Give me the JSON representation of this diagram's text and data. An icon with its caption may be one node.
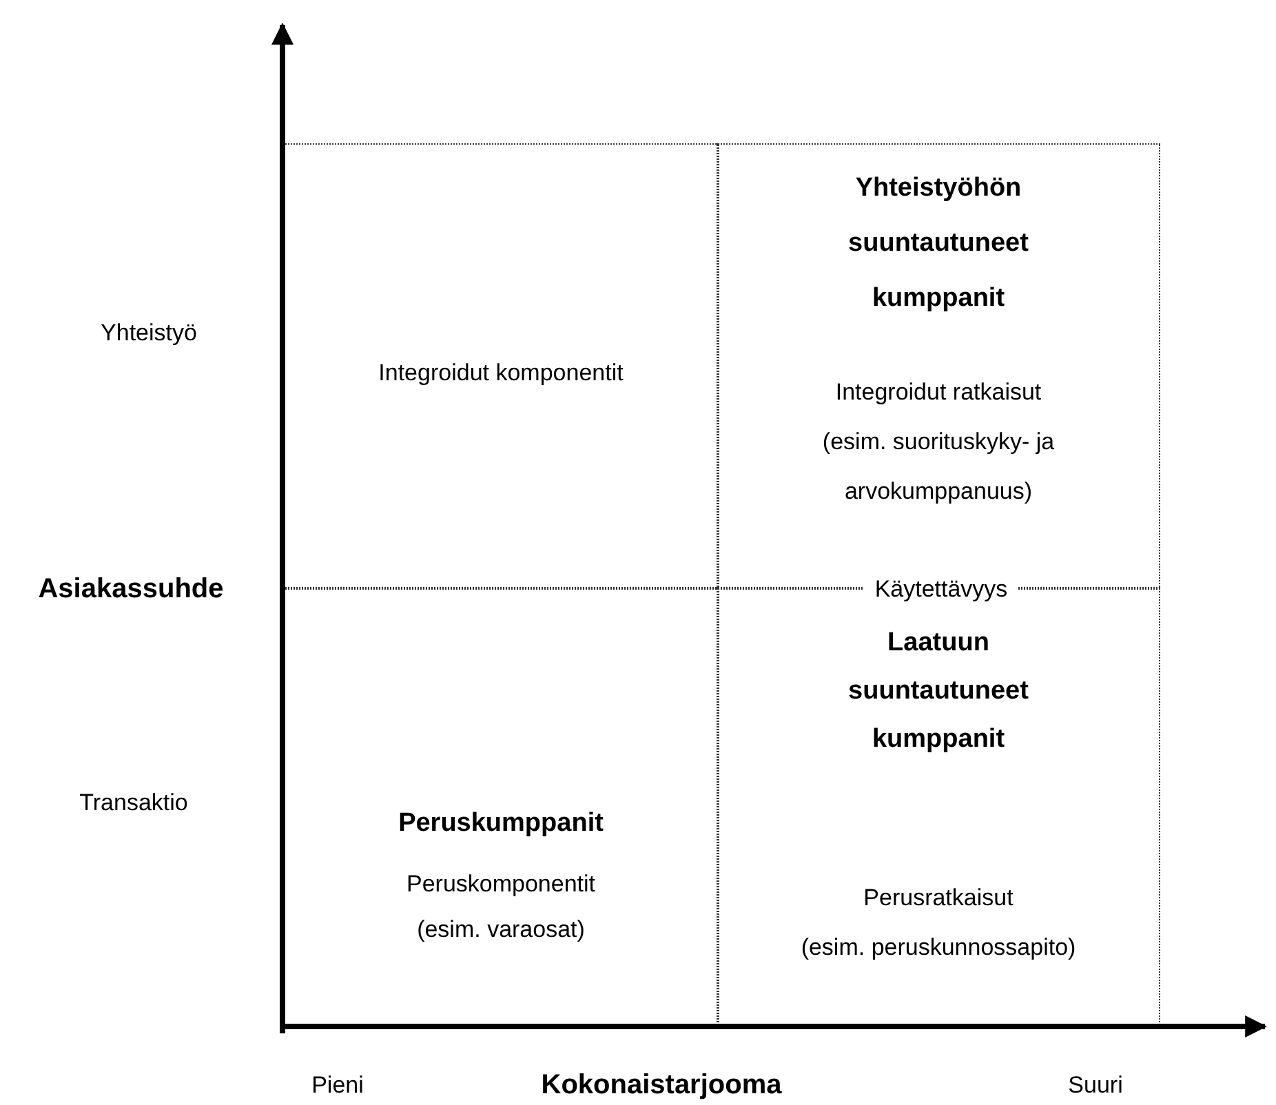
{
  "diagram": {
    "nodes": [
      {
        "text": [
          "Integroidut komponentit"
        ]
      },
      {
        "text": [
          "Yhteistyöhön suuntautuneet kumppanit",
          "Integroidut ratkaisut (esim. suorituskyky- ja arvokumppanuus)"
        ]
      },
      {
        "text": [
          "Peruskumppanit",
          "Peruskomponentit (esim. varaosat)"
        ]
      },
      {
        "text": [
          "Laatuun suuntautuneet kumppanit",
          "Perusratkaisut (esim. peruskunnossapito)"
        ]
      }
    ],
    "labels": [
      "Yhteistyö",
      "Asiakassuhde",
      "Käytettävyys",
      "Transaktio",
      "Pieni",
      "Kokonaistarjooma",
      "Suuri"
    ]
  }
}
